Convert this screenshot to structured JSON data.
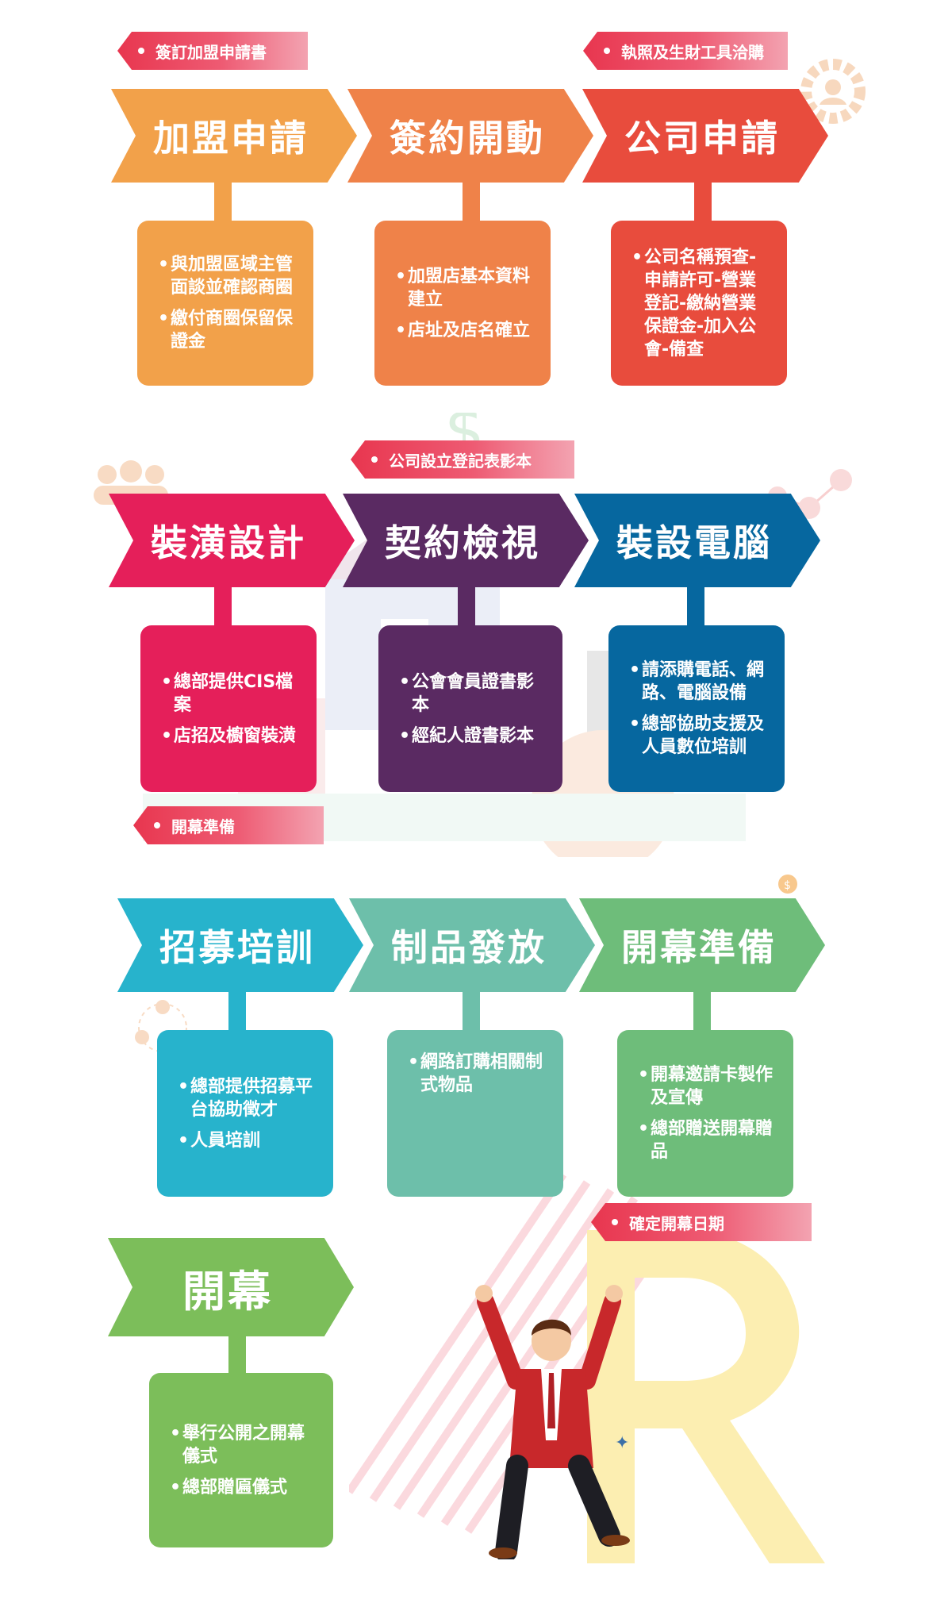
{
  "colors": {
    "orange": "#f2a14a",
    "orange2": "#ef8249",
    "red": "#e84c3d",
    "pink": "#e51f5a",
    "purple": "#5a2a62",
    "blue": "#06679f",
    "cyan": "#27b3cc",
    "teal": "#6dbfaa",
    "green": "#6ebd7a",
    "green2": "#7cbe5a"
  },
  "tags": {
    "t1": "簽訂加盟申請書",
    "t2": "執照及生財工具洽購",
    "t3": "公司設立登記表影本",
    "t4": "開幕準備",
    "t5": "確定開幕日期"
  },
  "steps": [
    {
      "title": "加盟申請",
      "items": [
        "與加盟區域主管面談並確認商圈",
        "繳付商圈保留保證金"
      ]
    },
    {
      "title": "簽約開動",
      "items": [
        "加盟店基本資料建立",
        "店址及店名確立"
      ]
    },
    {
      "title": "公司申請",
      "items": [
        "公司名稱預查-申請許可-營業登記-繳納營業保證金-加入公會-備查"
      ]
    },
    {
      "title": "裝潢設計",
      "items": [
        "總部提供CIS檔案",
        "店招及櫥窗裝潢"
      ]
    },
    {
      "title": "契約檢視",
      "items": [
        "公會會員證書影本",
        "經紀人證書影本"
      ]
    },
    {
      "title": "裝設電腦",
      "items": [
        "請添購電話、網路、電腦設備",
        "總部協助支援及人員數位培訓"
      ]
    },
    {
      "title": "招募培訓",
      "items": [
        "總部提供招募平台協助徵才",
        "人員培訓"
      ]
    },
    {
      "title": "制品發放",
      "items": [
        "網路訂購相關制式物品"
      ]
    },
    {
      "title": "開幕準備",
      "items": [
        "開幕邀請卡製作及宣傳",
        "總部贈送開幕贈品"
      ]
    },
    {
      "title": "開幕",
      "items": [
        "舉行公開之開幕儀式",
        "總部贈匾儀式"
      ]
    }
  ],
  "icons": [
    "gear-person-icon",
    "people-group-icon",
    "network-icon",
    "dollar-person-icon",
    "team-icon",
    "celebrating-man-illustration",
    "house-city-illustration"
  ]
}
